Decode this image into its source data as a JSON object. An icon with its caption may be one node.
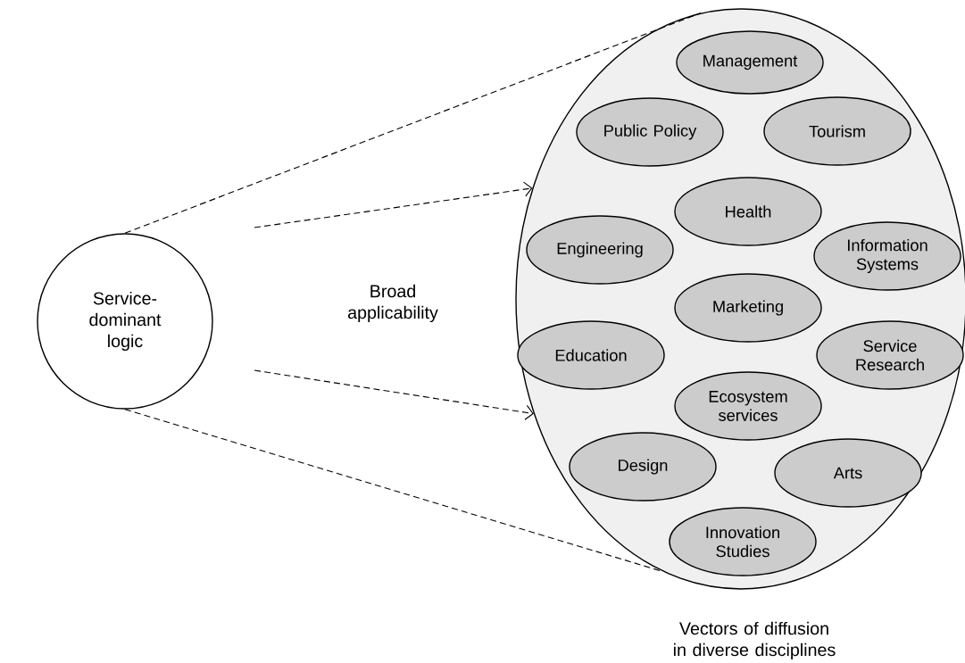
{
  "diagram": {
    "nodes": [
      {
        "text": [
          "Service-dominant logic"
        ]
      },
      {
        "text": [
          "Vectors of diffusion in diverse disciplines"
        ]
      },
      {
        "text": [
          "Management"
        ],
        "in": 1
      },
      {
        "text": [
          "Public Policy"
        ],
        "in": 1
      },
      {
        "text": [
          "Tourism"
        ],
        "in": 1
      },
      {
        "text": [
          "Health"
        ],
        "in": 1
      },
      {
        "text": [
          "Engineering"
        ],
        "in": 1
      },
      {
        "text": [
          "Information Systems"
        ],
        "in": 1
      },
      {
        "text": [
          "Marketing"
        ],
        "in": 1
      },
      {
        "text": [
          "Education"
        ],
        "in": 1
      },
      {
        "text": [
          "Service Research"
        ],
        "in": 1
      },
      {
        "text": [
          "Ecosystem services"
        ],
        "in": 1
      },
      {
        "text": [
          "Design"
        ],
        "in": 1
      },
      {
        "text": [
          "Arts"
        ],
        "in": 1
      },
      {
        "text": [
          "Innovation Studies"
        ],
        "in": 1
      }
    ],
    "edges": [
      {
        "from": 0,
        "to": 1,
        "arrow": "none",
        "style": "dashed"
      },
      {
        "from": 0,
        "to": 1,
        "arrow": "none",
        "style": "dashed"
      },
      {
        "from": null,
        "to": 1,
        "arrow": "to",
        "style": "dashed"
      },
      {
        "from": null,
        "to": 1,
        "arrow": "to",
        "style": "dashed"
      }
    ],
    "labels": [
      "Broad applicability"
    ]
  }
}
